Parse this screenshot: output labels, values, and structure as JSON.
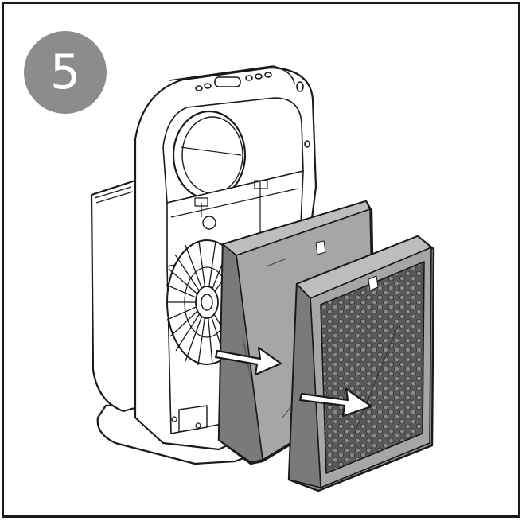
{
  "step": {
    "number": "5"
  },
  "colors": {
    "badge": "#8c8c8c",
    "outline": "#1a1a1a",
    "filter_gray": "#a6a6a6",
    "filter_dark": "#777777",
    "carbon_mesh": "#5a5a5a"
  },
  "icons": [
    "air-purifier-body",
    "fan-icon",
    "pre-filter",
    "carbon-filter",
    "arrow-icon"
  ]
}
